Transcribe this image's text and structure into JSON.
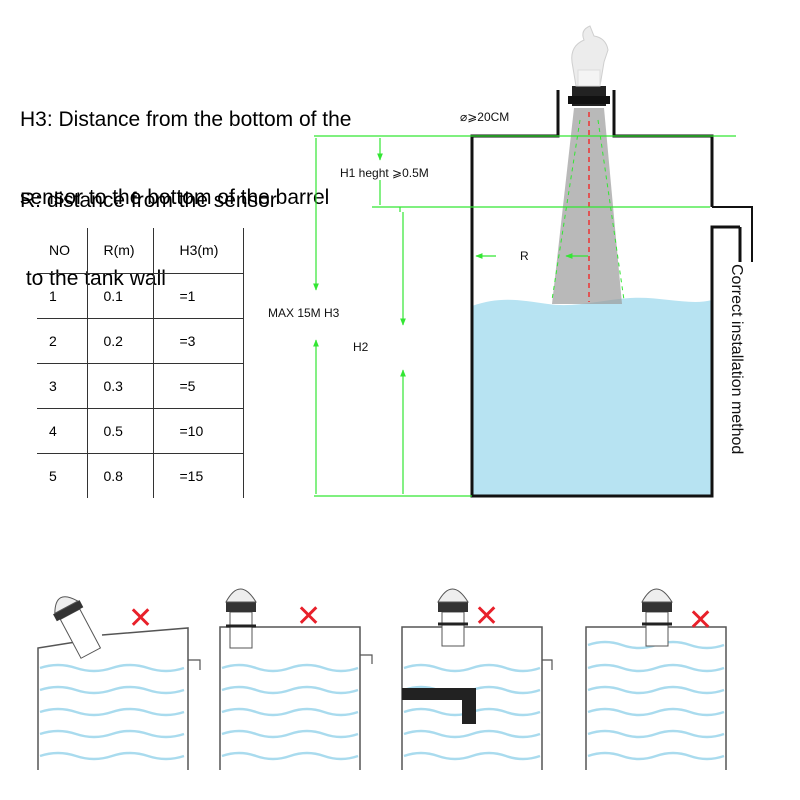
{
  "descriptions": {
    "h3_line1": "H3: Distance from the bottom of the",
    "h3_line2": "sensor to the bottom of the barrel",
    "r_line1": "R: distance from the sensor",
    "r_line2": " to the tank wall"
  },
  "table": {
    "headers": [
      "NO",
      "R(m)",
      "H3(m)"
    ],
    "rows": [
      [
        "1",
        "0.1",
        "=1"
      ],
      [
        "2",
        "0.2",
        "=3"
      ],
      [
        "3",
        "0.3",
        "=5"
      ],
      [
        "4",
        "0.5",
        "=10"
      ],
      [
        "5",
        "0.8",
        "=15"
      ]
    ]
  },
  "diagram": {
    "diameter_label": "⌀⩾20CM",
    "h1_label": "H1 heght ⩾0.5M",
    "r_label": "R",
    "max_label": "MAX 15M H3",
    "h2_label": "H2",
    "side_label": "Correct installation method"
  },
  "wrong_examples": [
    {
      "mark": "✕",
      "case": "tilted"
    },
    {
      "mark": "✕",
      "case": "pipe-inside"
    },
    {
      "mark": "✕",
      "case": "obstacle"
    },
    {
      "mark": "✕",
      "case": "full-tank"
    }
  ],
  "colors": {
    "guide_green": "#33e633",
    "water": "#b7e3f2",
    "wave": "#a9dbee",
    "beam": "#9b9b9b",
    "cross_red": "#e8202a"
  }
}
